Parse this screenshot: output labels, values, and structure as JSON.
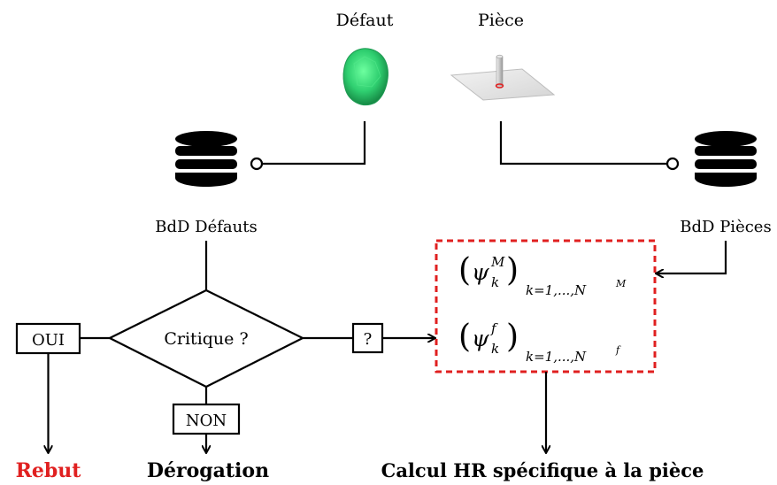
{
  "top_labels": {
    "defect": "Défaut",
    "part": "Pièce"
  },
  "databases": {
    "defects": "BdD Défauts",
    "parts": "BdD Pièces"
  },
  "decision": {
    "question": "Critique ?",
    "yes": "OUI",
    "no": "NON",
    "unknown": "?"
  },
  "bases": {
    "psi_symbol": "ψ",
    "mode_M": {
      "superscript": "M",
      "subscript": "k",
      "range": "k=1,...,N",
      "range_sup": "M"
    },
    "mode_f": {
      "superscript": "f",
      "subscript": "k",
      "range": "k=1,...,N",
      "range_sup": "f"
    }
  },
  "outcomes": {
    "reject": "Rebut",
    "derogation": "Dérogation",
    "calc": "Calcul HR spécifique à la pièce"
  },
  "colors": {
    "reject": "#e02020",
    "dashed_box": "#e02020",
    "defect_shape": "#2fcf70",
    "part_pin": "#d8d8d8"
  }
}
